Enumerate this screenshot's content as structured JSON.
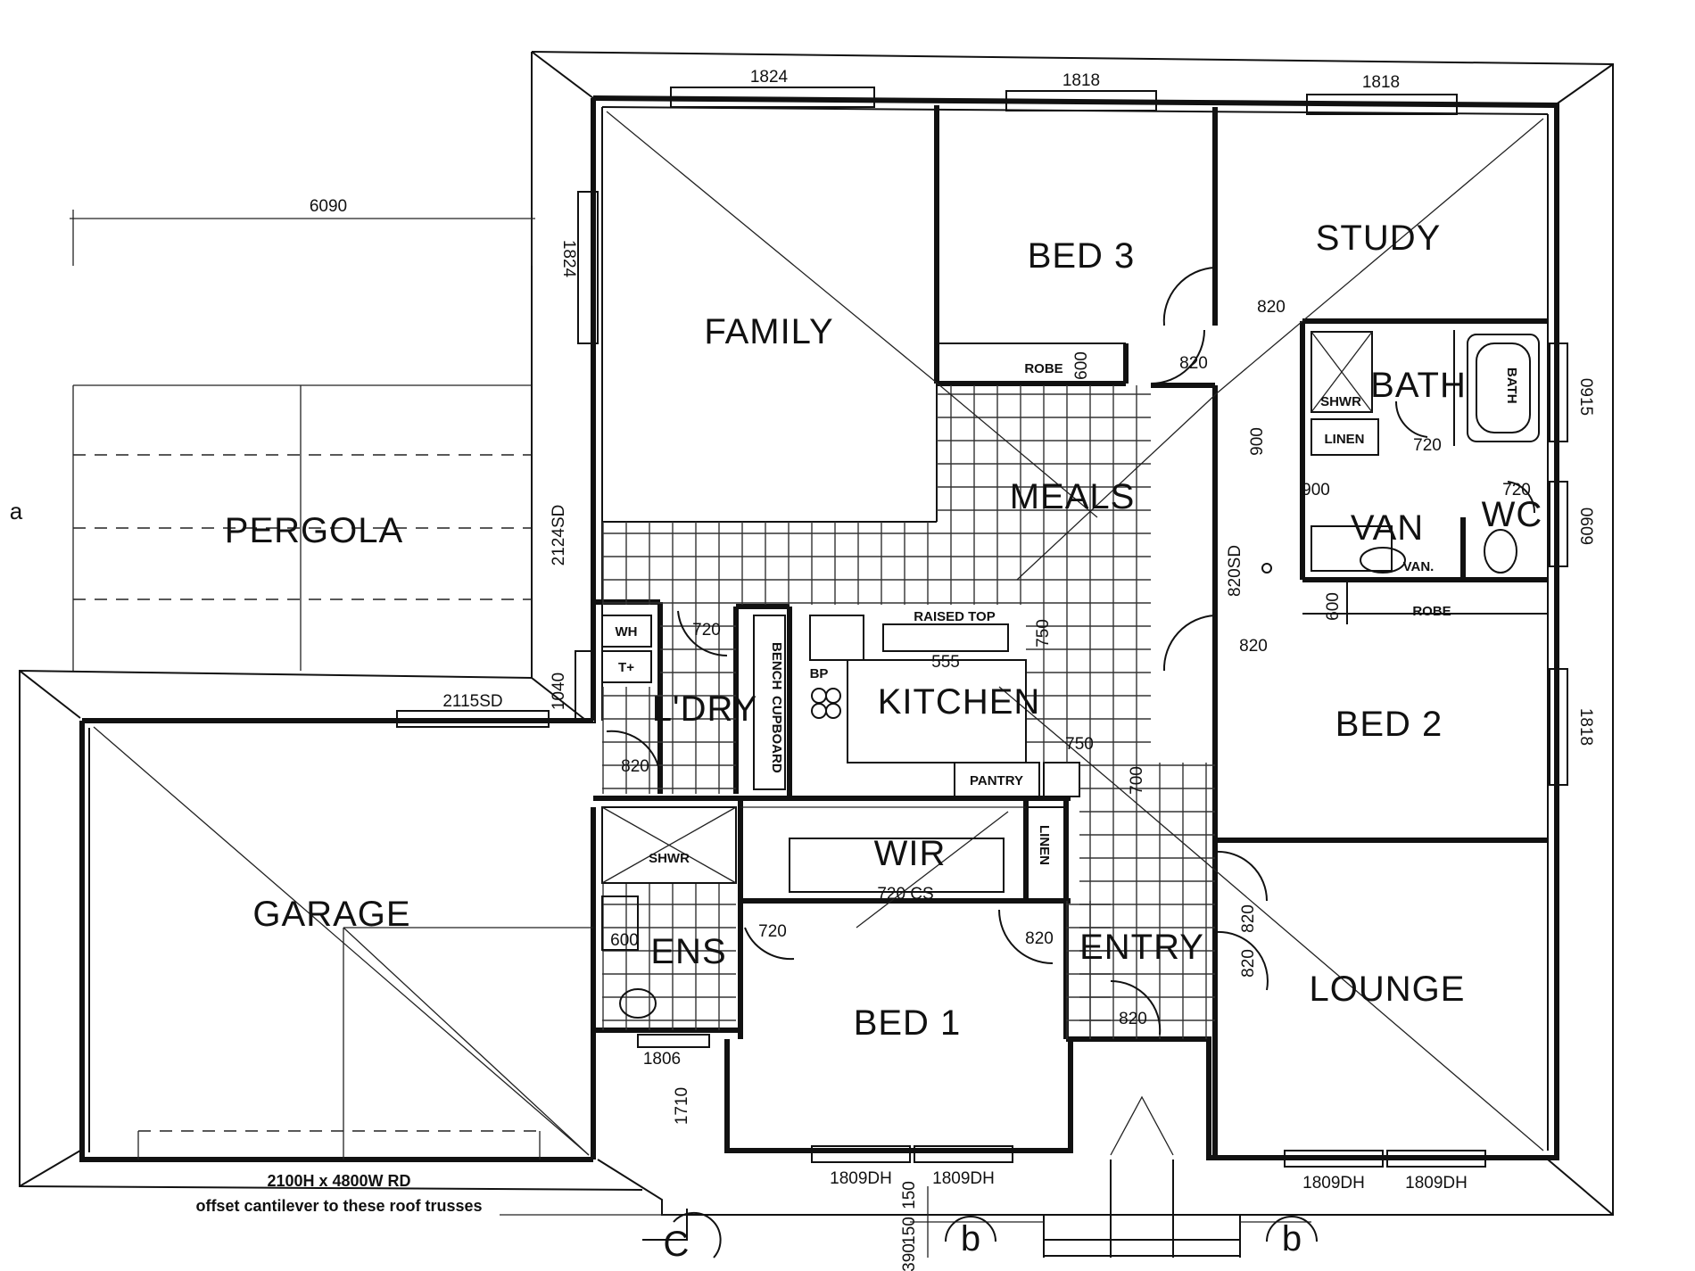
{
  "rooms": {
    "family": "FAMILY",
    "bed3": "BED 3",
    "study": "STUDY",
    "pergola": "PERGOLA",
    "meals": "MEALS",
    "bath": "BATH",
    "van": "VAN",
    "wc": "WC",
    "ldry": "L'DRY",
    "kitchen": "KITCHEN",
    "bed2": "BED 2",
    "garage": "GARAGE",
    "wir": "WIR",
    "ens": "ENS",
    "entry": "ENTRY",
    "bed1": "BED 1",
    "lounge": "LOUNGE"
  },
  "dimensions": {
    "top_window_1": "1824",
    "top_window_2": "1818",
    "top_window_3": "1818",
    "pergola_width": "6090",
    "family_side_window": "1824",
    "family_sliding_door": "2124SD",
    "ldry_window": "1040",
    "garage_sliding_door": "2115SD",
    "door_study": "820",
    "door_bed3": "820",
    "hall_width": "900",
    "bath_door": "720",
    "wc_door": "720",
    "vanity_side": "900",
    "hall_sliding_door": "820SD",
    "bath_side_window": "0915",
    "wc_side_window": "0609",
    "door_bed2": "820",
    "bed2_side_window": "1818",
    "ldry_door": "720",
    "ldry_door_2": "820",
    "pantry_width": "750",
    "pantry_door": "700",
    "kitchen_bench": "750",
    "sink_width": "555",
    "robe_depth_bed2": "600",
    "robe_depth_bed3": "600",
    "ens_door": "720",
    "wir_cavity_door": "720 CS",
    "bed1_door": "820",
    "entry_door": "820",
    "lounge_door_1": "820",
    "lounge_door_2": "820",
    "ens_window": "1806",
    "ens_side": "1710",
    "ens_vanity": "600",
    "bed1_window_1": "1809DH",
    "bed1_window_2": "1809DH",
    "lounge_window_1": "1809DH",
    "lounge_window_2": "1809DH",
    "step_1": "150",
    "step_2": "150",
    "step_3": "390"
  },
  "labels": {
    "robe_bed3": "ROBE",
    "robe_bed2": "ROBE",
    "shower_bath": "SHWR",
    "shower_ens": "SHWR",
    "linen_bath": "LINEN",
    "linen_wir": "LINEN",
    "vanity_bath": "VAN.",
    "water_heater": "WH",
    "trough": "T+",
    "raised_top": "RAISED TOP",
    "bp": "BP",
    "bench": "BENCH",
    "cupboard": "CUPBOARD",
    "pantry": "PANTRY",
    "bath_tub": "BATH"
  },
  "notes": {
    "garage_door": "2100H x 4800W RD",
    "cantilever": "offset cantilever to these roof trusses"
  },
  "section_marks": {
    "left": "b",
    "right": "b",
    "bottom": "C",
    "west": "a"
  }
}
